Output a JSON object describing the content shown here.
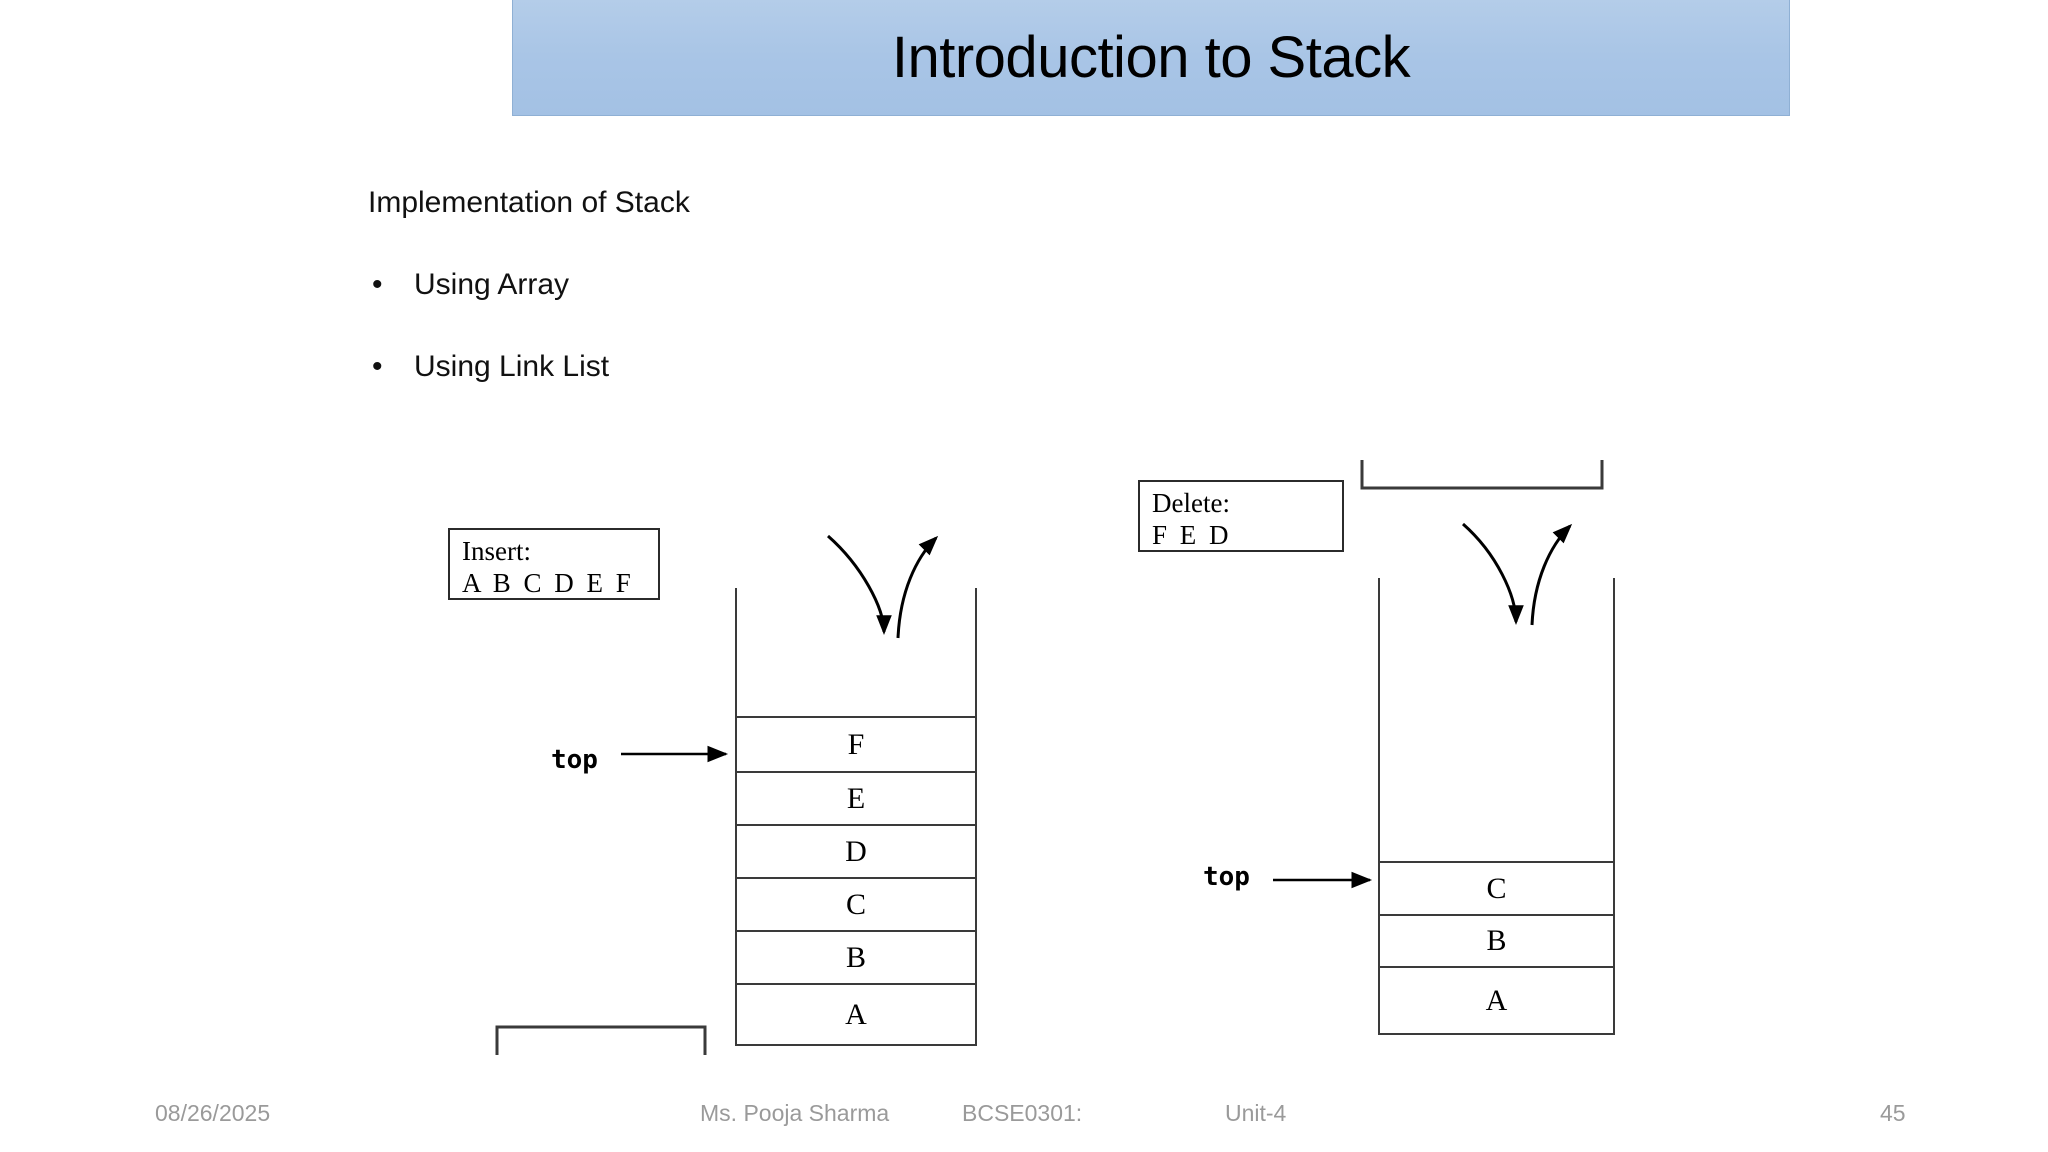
{
  "slide": {
    "title": "Introduction to Stack",
    "title_bg": "#a9c5e6",
    "body": {
      "heading": "Implementation of Stack",
      "bullets": [
        {
          "marker": "•",
          "label": "Using Array"
        },
        {
          "marker": "•",
          "label": "Using Link List"
        }
      ]
    }
  },
  "diagram_left": {
    "note": {
      "line1": "Insert:",
      "line2": "A B C D E F"
    },
    "pointer_label": "top",
    "cells": [
      "F",
      "E",
      "D",
      "C",
      "B",
      "A"
    ],
    "push_arrow": "down-curved-arrow",
    "pop_arrow": "up-curved-arrow"
  },
  "diagram_right": {
    "note": {
      "line1": "Delete:",
      "line2": "F E D"
    },
    "pointer_label": "top",
    "cells": [
      "C",
      "B",
      "A"
    ],
    "push_arrow": "down-curved-arrow",
    "pop_arrow": "up-curved-arrow"
  },
  "footer": {
    "date": "08/26/2025",
    "author": "Ms. Pooja Sharma",
    "course": "BCSE0301:",
    "unit": "Unit-4",
    "page": "45"
  }
}
